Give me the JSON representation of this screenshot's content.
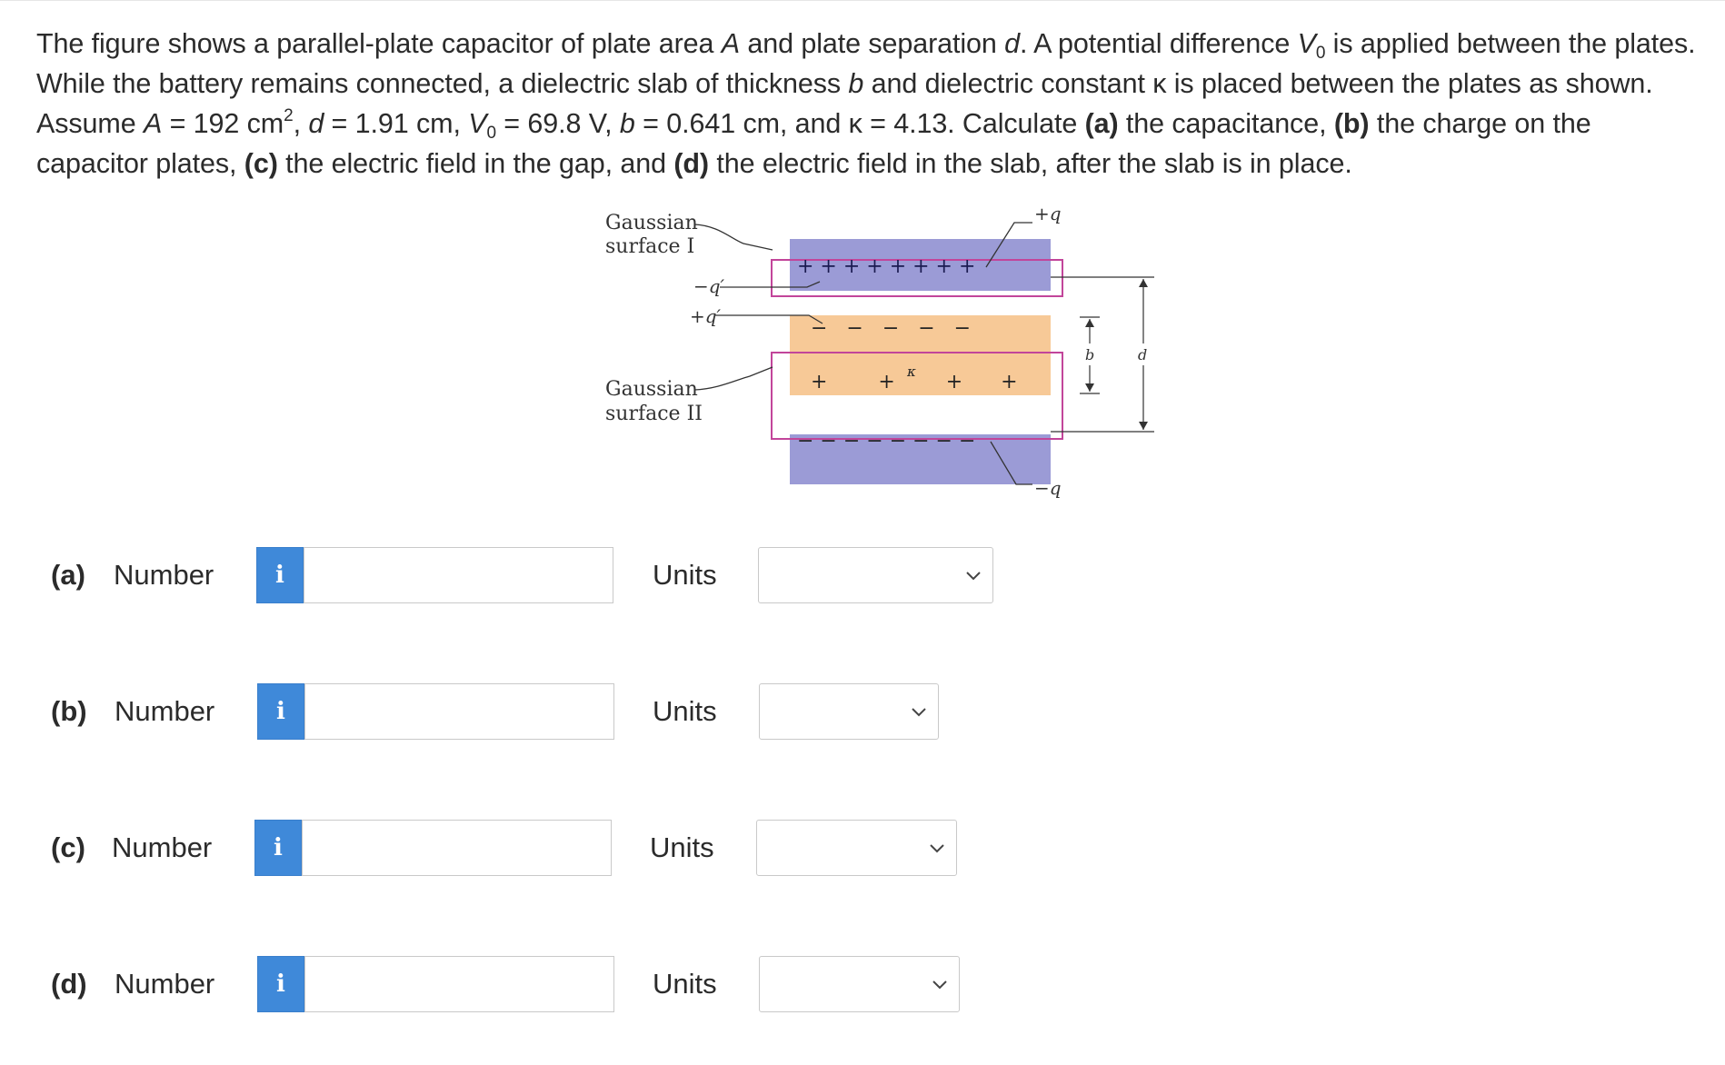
{
  "problem": {
    "s1": "The figure shows a parallel-plate capacitor of plate area ",
    "A": "A",
    "s2": " and plate separation ",
    "d": "d",
    "s3": ". A potential difference ",
    "V": "V",
    "V_sub": "0",
    "s4": " is applied between the plates. While the battery remains connected, a dielectric slab of thickness ",
    "b": "b",
    "s5": " and dielectric constant κ is placed between the plates as shown. Assume ",
    "A2": "A",
    "s6": " = 192 cm",
    "sup2": "2",
    "s7": ", ",
    "d2": "d",
    "s8": " = 1.91 cm, ",
    "V2": "V",
    "V2_sub": "0",
    "s9": " = 69.8 V, ",
    "b2": "b",
    "s10": " = 0.641 cm, and κ = 4.13. Calculate ",
    "pa": "(a)",
    "s11": " the capacitance, ",
    "pb": "(b)",
    "s12": " the charge on the capacitor plates, ",
    "pc": "(c)",
    "s13": " the electric field in the gap, and ",
    "pd": "(d)",
    "s14": " the electric field in the slab, after the slab is in place."
  },
  "figure": {
    "gauss1_line1": "Gaussian",
    "gauss1_line2": "surface I",
    "gauss2_line1": "Gaussian",
    "gauss2_line2": "surface II",
    "minus_q_prime": "−q′",
    "plus_q_prime": "+q′",
    "plus_q": "+q",
    "minus_q": "−q",
    "kappa": "κ",
    "b_label": "b",
    "d_label": "d",
    "top_plate_signs": "+ + + + + + + +",
    "slab_top_signs": "−   −   −   −   −",
    "slab_bottom_signs": "+        +        +      +",
    "bottom_plate_signs": "− − − − − − − −",
    "colors": {
      "plate": "#9b9bd6",
      "slab": "#f7c997",
      "gaussian": "#c2459a"
    }
  },
  "parts": [
    {
      "label": "(a)",
      "number_label": "Number",
      "info": "i",
      "value": "",
      "units_label": "Units",
      "units_value": ""
    },
    {
      "label": "(b)",
      "number_label": "Number",
      "info": "i",
      "value": "",
      "units_label": "Units",
      "units_value": ""
    },
    {
      "label": "(c)",
      "number_label": "Number",
      "info": "i",
      "value": "",
      "units_label": "Units",
      "units_value": ""
    },
    {
      "label": "(d)",
      "number_label": "Number",
      "info": "i",
      "value": "",
      "units_label": "Units",
      "units_value": ""
    }
  ]
}
